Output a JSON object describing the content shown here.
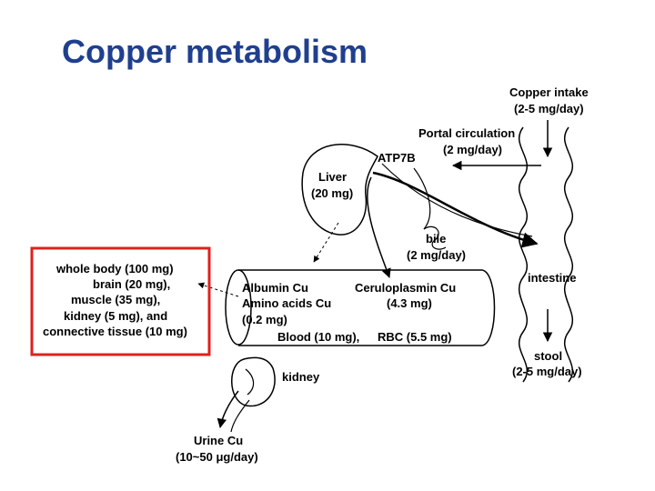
{
  "title": "Copper metabolism",
  "colors": {
    "title": "#1f3f8f",
    "highlight_box": "#e0201c",
    "line": "#000000"
  },
  "labels": {
    "copper_intake": [
      "Copper intake",
      "(2-5 mg/day)"
    ],
    "portal_circulation": [
      "Portal circulation",
      "(2 mg/day)"
    ],
    "atp7b": "ATP7B",
    "liver": [
      "Liver",
      "(20 mg)"
    ],
    "bile": [
      "bile",
      "(2 mg/day)"
    ],
    "intestine": "intestine",
    "whole_body": [
      "whole body (100 mg)",
      "brain (20 mg),",
      "muscle (35 mg),",
      "kidney (5 mg), and",
      "connective tissue (10 mg)"
    ],
    "albumin": [
      "Albumin Cu",
      "Amino acids Cu",
      "(0.2 mg)"
    ],
    "ceruloplasmin": [
      "Ceruloplasmin Cu",
      "(4.3 mg)"
    ],
    "blood": "Blood (10 mg),",
    "rbc": "RBC (5.5 mg)",
    "stool": [
      "stool",
      "(2-5 mg/day)"
    ],
    "kidney": "kidney",
    "urine": [
      "Urine Cu",
      "(10~50 μg/day)"
    ]
  }
}
